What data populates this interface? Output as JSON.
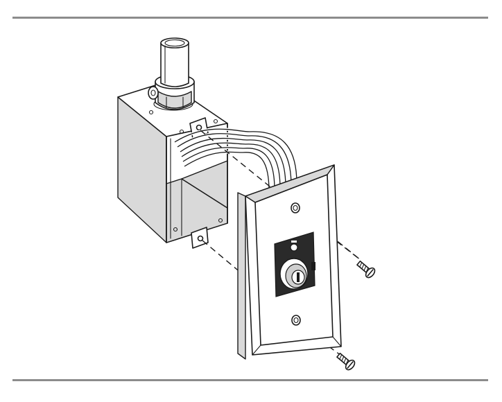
{
  "figure": {
    "components": [
      "conduit-pipe",
      "conduit-connector",
      "electrical-box",
      "mounting-tab",
      "wire-bundle",
      "wall-plate",
      "key-switch",
      "mounting-screw"
    ]
  },
  "colors": {
    "rule": "#8c8c8c",
    "line": "#1a1a1a",
    "shade": "#d9d9d9",
    "background": "#ffffff"
  }
}
